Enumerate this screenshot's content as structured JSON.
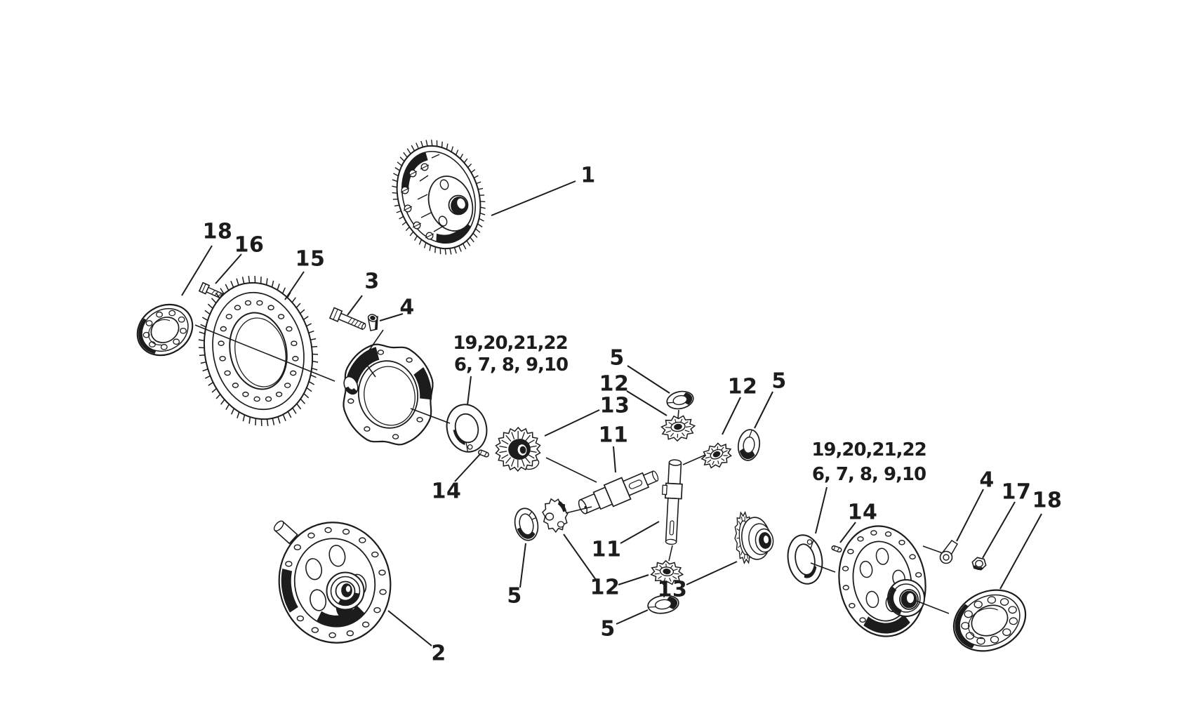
{
  "figure": {
    "type": "exploded-parts-diagram",
    "colors": {
      "background": "#ffffff",
      "ink": "#1c1c1c"
    }
  },
  "callouts": [
    {
      "text": "1"
    },
    {
      "text": "18"
    },
    {
      "text": "16"
    },
    {
      "text": "15"
    },
    {
      "text": "3"
    },
    {
      "text": "4"
    },
    {
      "text": "19,20,21,22"
    },
    {
      "text": "6, 7, 8, 9,10"
    },
    {
      "text": "14"
    },
    {
      "text": "5"
    },
    {
      "text": "12"
    },
    {
      "text": "13"
    },
    {
      "text": "11"
    },
    {
      "text": "12"
    },
    {
      "text": "5"
    },
    {
      "text": "11"
    },
    {
      "text": "12"
    },
    {
      "text": "5"
    },
    {
      "text": "5"
    },
    {
      "text": "13"
    },
    {
      "text": "2"
    },
    {
      "text": "19,20,21,22"
    },
    {
      "text": "6, 7, 8, 9,10"
    },
    {
      "text": "14"
    },
    {
      "text": "4"
    },
    {
      "text": "17"
    },
    {
      "text": "18"
    }
  ]
}
